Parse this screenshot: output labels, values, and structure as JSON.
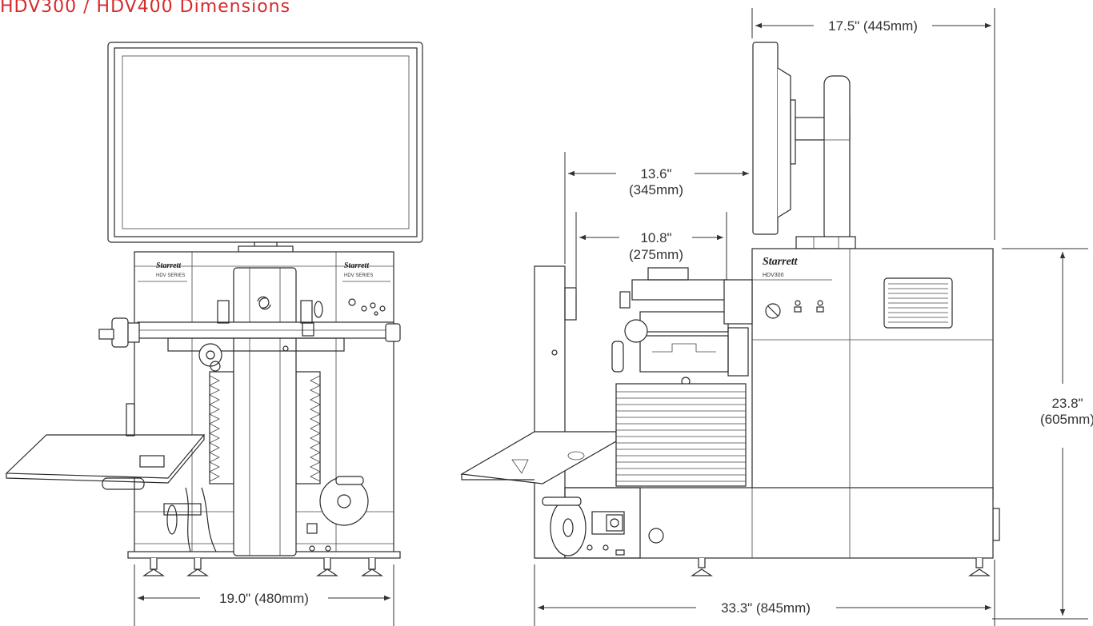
{
  "title": "HDV300 / HDV400 Dimensions",
  "front_view": {
    "brand_left": "Starrett",
    "series_left": "HDV SERIES",
    "brand_right": "Starrett",
    "series_right": "HDV SERIES",
    "width_dim": "19.0\" (480mm)"
  },
  "side_view": {
    "brand": "Starrett",
    "model": "HDV300",
    "dim_top": "17.5\" (445mm)",
    "dim_13_6_in": "13.6\"",
    "dim_13_6_mm": "(345mm)",
    "dim_10_8_in": "10.8\"",
    "dim_10_8_mm": "(275mm)",
    "dim_height_in": "23.8\"",
    "dim_height_mm": "(605mm)",
    "dim_length": "33.3\" (845mm)"
  }
}
